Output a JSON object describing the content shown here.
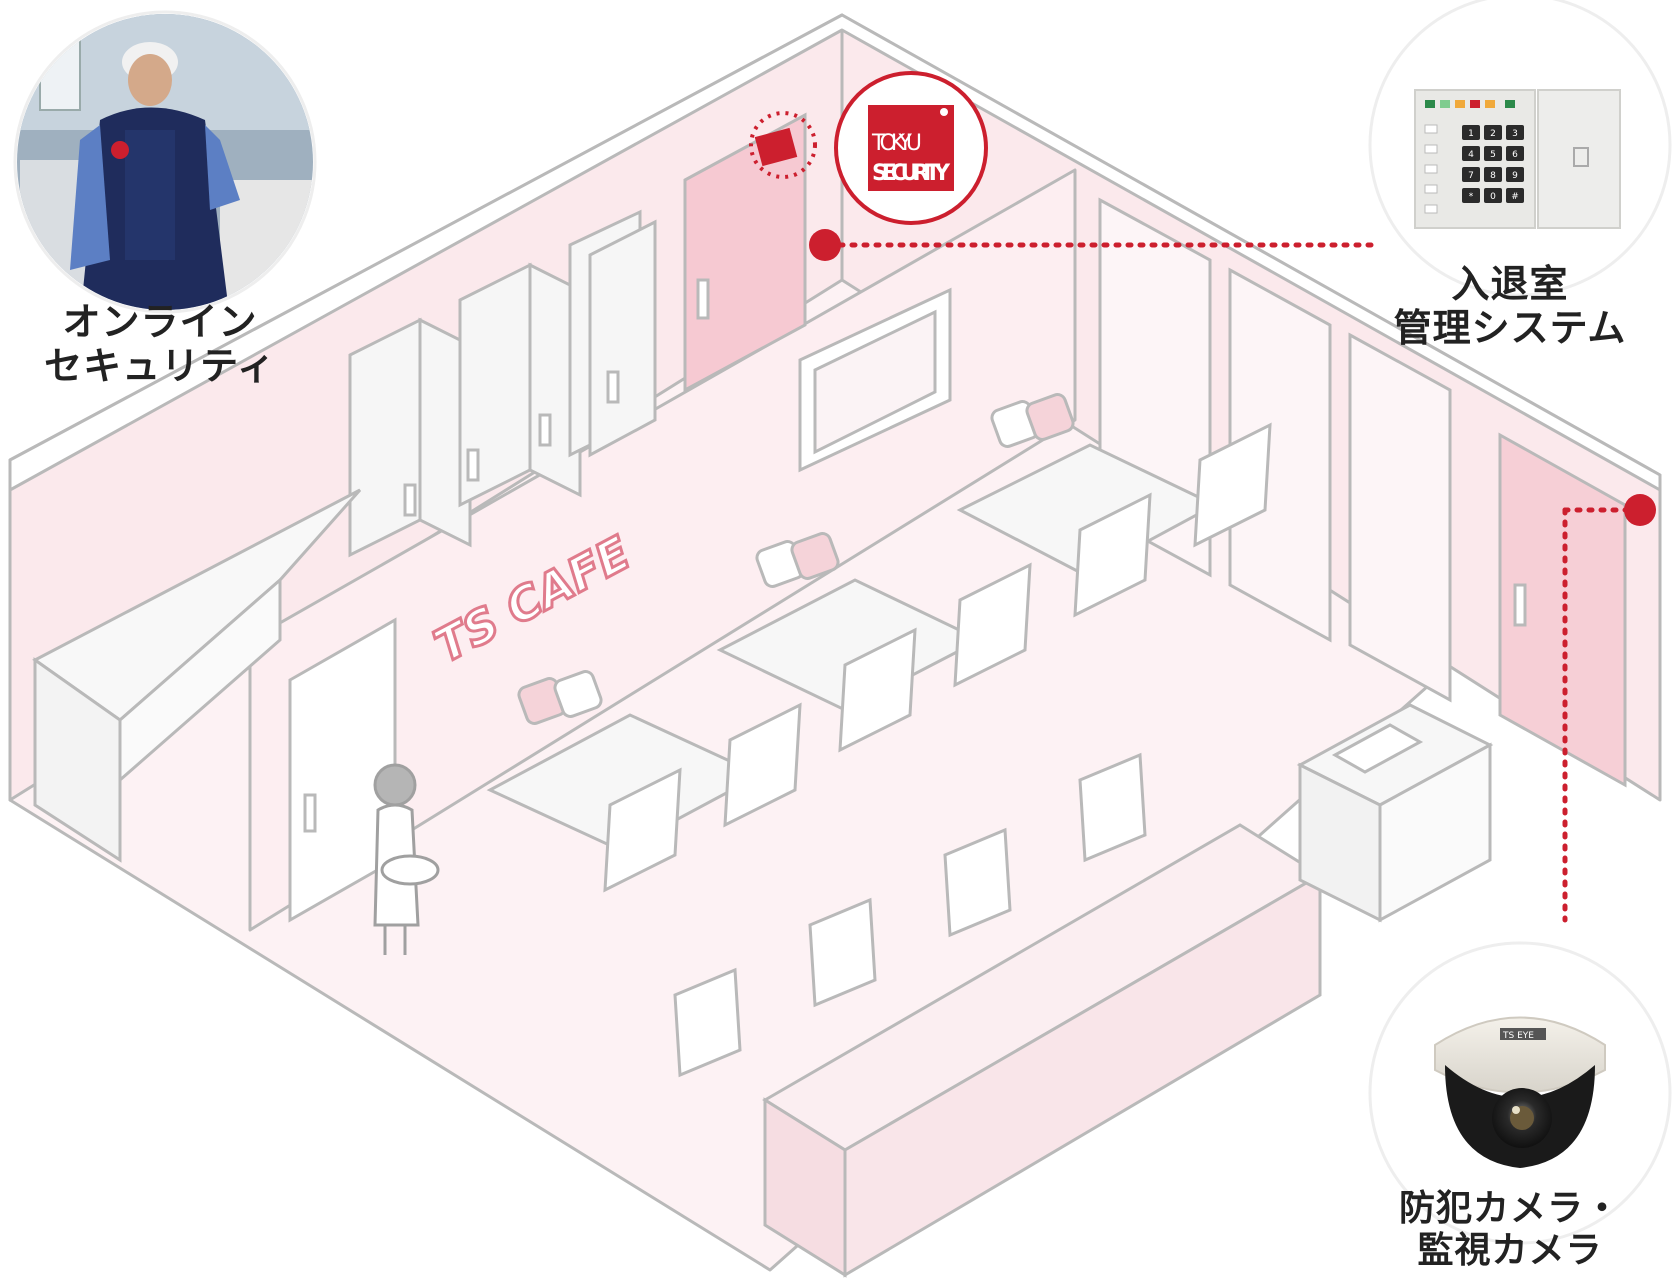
{
  "labels": {
    "online_security": [
      "オンライン",
      "セキュリティ"
    ],
    "access_control": [
      "入退室",
      "管理システム"
    ],
    "camera": [
      "防犯カメラ・",
      "監視カメラ"
    ]
  },
  "signage": {
    "cafe": "TS CAFE",
    "badge_line1": "TOKYU",
    "badge_line2": "SECURITY",
    "camera_brand": "TS EYE"
  },
  "keypad": [
    "1",
    "2",
    "3",
    "4",
    "5",
    "6",
    "7",
    "8",
    "9",
    "*",
    "0",
    "#"
  ],
  "colors": {
    "accent": "#cc1f2e",
    "wall": "#fbe9ec",
    "floor": "#fdf2f4",
    "line": "#b9b9b9",
    "pink": "#f2c7cf"
  },
  "icons": [
    "guard-photo",
    "access-keypad-photo",
    "dome-camera-photo",
    "tokyu-security-sticker"
  ]
}
